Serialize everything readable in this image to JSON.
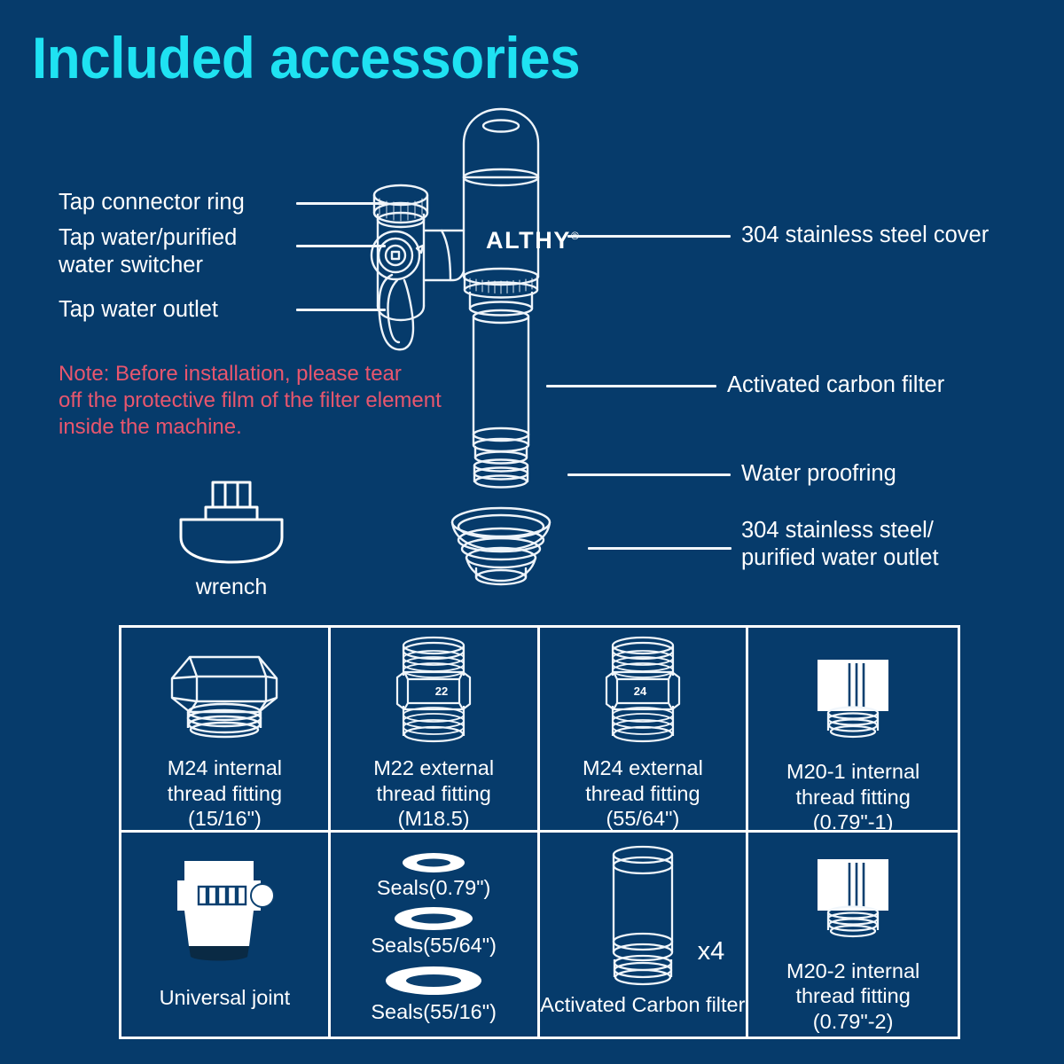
{
  "page": {
    "title": "Included accessories",
    "background_color": "#063b6b",
    "title_color": "#1fe2f2",
    "line_color": "#ffffff",
    "note_color": "#e8566e"
  },
  "product": {
    "brand": "ALTHY",
    "brand_mark": "®"
  },
  "callouts_left": [
    {
      "label": "Tap connector ring",
      "name": "tap-connector-ring"
    },
    {
      "label": "Tap water/purified\nwater switcher",
      "name": "tap-water-purified-water-switcher"
    },
    {
      "label": "Tap water outlet",
      "name": "tap-water-outlet"
    }
  ],
  "callouts_right": [
    {
      "label": "304 stainless steel cover",
      "name": "304-stainless-steel-cover"
    },
    {
      "label": "Activated carbon filter",
      "name": "activated-carbon-filter"
    },
    {
      "label": "Water proofring",
      "name": "water-proofring"
    },
    {
      "label": "304 stainless steel/\npurified water outlet",
      "name": "304-stainless-steel-purified-water-outlet"
    }
  ],
  "note": "Note: Before installation, please tear\noff the protective film of the filter element\ninside the machine.",
  "wrench": {
    "label": "wrench"
  },
  "accessories": [
    {
      "name": "m24-internal-thread-fitting",
      "art": "hex-nut",
      "stamp": "",
      "caption": "M24 internal\nthread fitting\n(15/16\")"
    },
    {
      "name": "m22-external-thread-fitting",
      "art": "nipple",
      "stamp": "22",
      "caption": "M22 external\nthread fitting\n(M18.5)"
    },
    {
      "name": "m24-external-thread-fitting",
      "art": "nipple",
      "stamp": "24",
      "caption": "M24 external\nthread fitting\n(55/64\")"
    },
    {
      "name": "m20-1-internal-thread-fitting",
      "art": "square-fitting",
      "stamp": "",
      "caption": "M20-1  internal\nthread fitting\n(0.79\"-1)"
    },
    {
      "name": "universal-joint",
      "art": "universal-joint",
      "stamp": "",
      "caption": "Universal joint"
    },
    {
      "name": "seals",
      "art": "seals",
      "stamp": "",
      "caption": ""
    },
    {
      "name": "activated-carbon-filter-spare",
      "art": "filter-cartridge",
      "stamp": "",
      "caption": "Activated Carbon filter",
      "quantity": "x4"
    },
    {
      "name": "m20-2-internal-thread-fitting",
      "art": "square-fitting",
      "stamp": "",
      "caption": "M20-2  internal\nthread fitting\n(0.79\"-2)"
    }
  ],
  "seals": [
    {
      "label": "Seals(0.79\")"
    },
    {
      "label": "Seals(55/64\")"
    },
    {
      "label": "Seals(55/16\")"
    }
  ]
}
